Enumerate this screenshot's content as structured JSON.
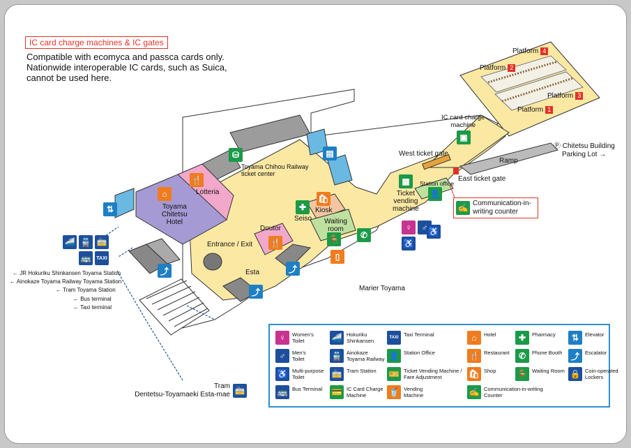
{
  "header": {
    "title": "IC card charge machines & IC gates",
    "note": [
      "Compatible with ecomyca and passca cards only.",
      "Nationwide interoperable IC cards, such as Suica,",
      "cannot be used here."
    ]
  },
  "platforms": [
    {
      "label": "Platform",
      "num": "4"
    },
    {
      "label": "Platform",
      "num": "2"
    },
    {
      "label": "Platform",
      "num": "3"
    },
    {
      "label": "Platform",
      "num": "1"
    }
  ],
  "labels": {
    "ic_charge_machine": [
      "IC card charge",
      "machine"
    ],
    "parking": [
      "Chitetsu Building",
      "Parking Lot →"
    ],
    "parking_symbol": "Ⓟ",
    "ramp": "Ramp",
    "west_gate": "West ticket gate",
    "east_gate": "East ticket gate",
    "ticket_center": [
      "Toyama Chihou Railway",
      "ticket center"
    ],
    "lotteria": "Lotteria",
    "hotel": [
      "Toyama",
      "Chitetsu",
      "Hotel"
    ],
    "ticket_vending": [
      "Ticket",
      "vending",
      "machine"
    ],
    "station_office": "Station office",
    "communication": [
      "Communication-in-",
      "writing counter"
    ],
    "kiosk": "Kiosk",
    "seiso": "Seiso",
    "waiting_room": [
      "Waiting",
      "room"
    ],
    "doutor": "Doutor",
    "entrance": "Entrance / Exit",
    "esta": "Esta",
    "marier": "Marier Toyama",
    "tram": [
      "Tram",
      "Dentetsu-Toyamaeki Esta-mae"
    ]
  },
  "directions": [
    "← JR Hokuriku Shinkansen Toyama Station",
    "← Ainokaze Toyama Railway Toyama Station",
    "← Tram Toyama Station",
    "← Bus terminal",
    "← Taxi terminal"
  ],
  "legend": [
    {
      "icon": "womens-toilet-icon",
      "glyph": "♀",
      "color": "#c8338f",
      "label": [
        "Women's",
        "Toilet"
      ]
    },
    {
      "icon": "hokuriku-shinkansen-icon",
      "glyph": "🚄",
      "color": "#1d4f9c",
      "label": [
        "Hokuriku",
        "Shinkansen"
      ]
    },
    {
      "icon": "taxi-icon",
      "glyph": "TAXI",
      "color": "#1d4f9c",
      "label": [
        "Taxi Terminal"
      ]
    },
    {
      "icon": "hotel-icon",
      "glyph": "⌂",
      "color": "#ef7c1e",
      "label": [
        "Hotel"
      ]
    },
    {
      "icon": "pharmacy-icon",
      "glyph": "✚",
      "color": "#1b9a48",
      "label": [
        "Pharmacy"
      ]
    },
    {
      "icon": "elevator-icon",
      "glyph": "⇅",
      "color": "#1f7fc4",
      "label": [
        "Elevator"
      ]
    },
    {
      "icon": "mens-toilet-icon",
      "glyph": "♂",
      "color": "#1d4f9c",
      "label": [
        "Men's",
        "Toilet"
      ]
    },
    {
      "icon": "ainokaze-railway-icon",
      "glyph": "🚆",
      "color": "#1d4f9c",
      "label": [
        "Ainokaze",
        "Toyama Railway"
      ]
    },
    {
      "icon": "station-office-icon",
      "glyph": "👤",
      "color": "#1b9a48",
      "label": [
        "Station Office"
      ]
    },
    {
      "icon": "restaurant-icon",
      "glyph": "🍴",
      "color": "#ef7c1e",
      "label": [
        "Restaurant"
      ]
    },
    {
      "icon": "phone-booth-icon",
      "glyph": "✆",
      "color": "#1b9a48",
      "label": [
        "Phone Booth"
      ]
    },
    {
      "icon": "escalator-icon",
      "glyph": "⤴",
      "color": "#1f7fc4",
      "label": [
        "Escalator"
      ]
    },
    {
      "icon": "multipurpose-toilet-icon",
      "glyph": "♿",
      "color": "#1d4f9c",
      "label": [
        "Multi-purpose",
        "Toilet"
      ]
    },
    {
      "icon": "tram-station-icon",
      "glyph": "🚋",
      "color": "#1d4f9c",
      "label": [
        "Tram Station"
      ]
    },
    {
      "icon": "ticket-vending-icon",
      "glyph": "🎫",
      "color": "#1b9a48",
      "label": [
        "Ticket Vending Machine /",
        "Fare Adjustment"
      ]
    },
    {
      "icon": "shop-icon",
      "glyph": "🛍",
      "color": "#ef7c1e",
      "label": [
        "Shop"
      ]
    },
    {
      "icon": "waiting-room-icon",
      "glyph": "🪑",
      "color": "#1b9a48",
      "label": [
        "Waiting Room"
      ]
    },
    {
      "icon": "coin-locker-icon",
      "glyph": "🔒",
      "color": "#1d4f9c",
      "label": [
        "Coin-operated",
        "Lockers"
      ]
    },
    {
      "icon": "bus-terminal-icon",
      "glyph": "🚌",
      "color": "#1d4f9c",
      "label": [
        "Bus Terminal"
      ]
    },
    {
      "icon": "ic-card-charge-icon",
      "glyph": "💳",
      "color": "#1b9a48",
      "label": [
        "IC Card Charge",
        "Machine"
      ]
    },
    {
      "icon": "vending-machine-icon",
      "glyph": "🥤",
      "color": "#ef7c1e",
      "label": [
        "Vending",
        "Machine"
      ]
    },
    {
      "icon": "communication-counter-icon",
      "glyph": "✍",
      "color": "#1b9a48",
      "label": [
        "Communication-in-writing",
        "Counter"
      ]
    }
  ]
}
